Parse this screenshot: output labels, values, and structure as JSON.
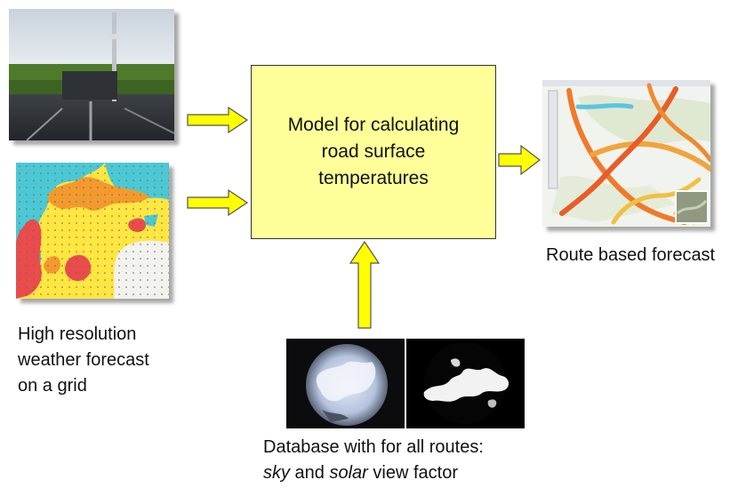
{
  "model": {
    "line1": "Model for calculating",
    "line2": "road surface",
    "line3": "temperatures"
  },
  "route_caption": "Route based forecast",
  "grid_caption": {
    "line1": "High resolution",
    "line2": "weather forecast",
    "line3": "on a grid"
  },
  "database_caption": {
    "line1": "Database with for all routes:",
    "sky": "sky",
    "and": " and ",
    "solar": "solar",
    "rest": " view factor"
  },
  "colors": {
    "box_fill": "#ffff99",
    "arrow_fill": "#ffff00",
    "arrow_stroke": "#555555"
  },
  "icons": [
    "road-station-photo",
    "weather-grid-map",
    "route-map",
    "sky-view-photo",
    "solar-view-photo"
  ]
}
